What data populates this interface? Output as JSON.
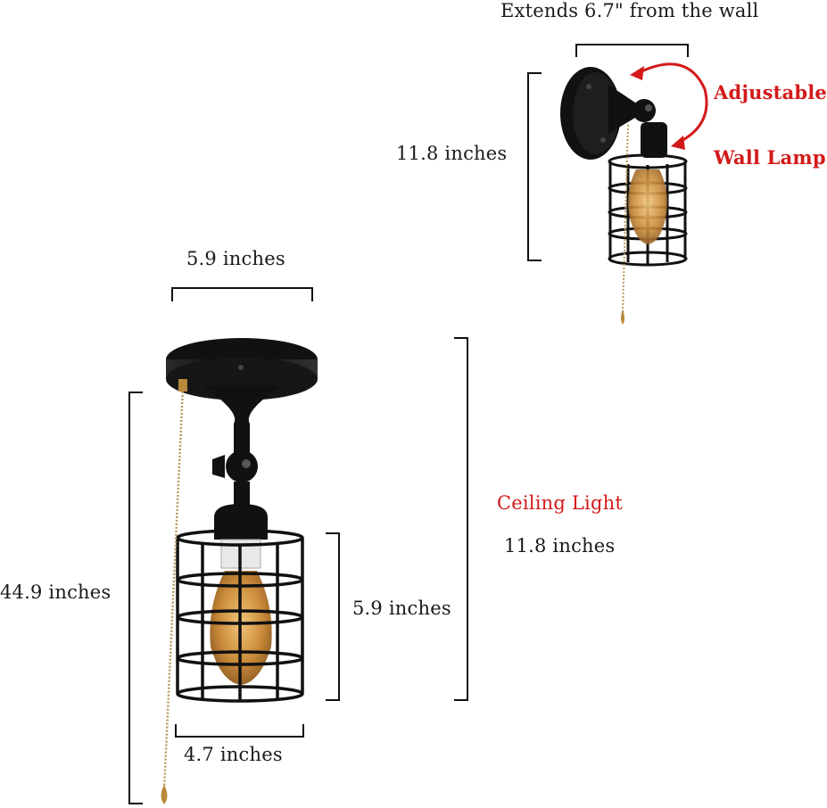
{
  "labels": {
    "wall_extends": "Extends 6.7\" from the wall",
    "wall_height": "11.8 inches",
    "adjustable": "Adjustable",
    "wall_lamp": "Wall Lamp",
    "canopy_width": "5.9 inches",
    "ceiling_light": "Ceiling Light",
    "ceiling_height": "11.8 inches",
    "chain_length": "44.9 inches",
    "shade_height": "5.9 inches",
    "shade_width": "4.7 inches"
  },
  "colors": {
    "text": "#1a1a1a",
    "accent_red": "#d31a1a",
    "metal": "#111111",
    "bulb": "#c98a3a",
    "chain": "#b89b5e"
  }
}
